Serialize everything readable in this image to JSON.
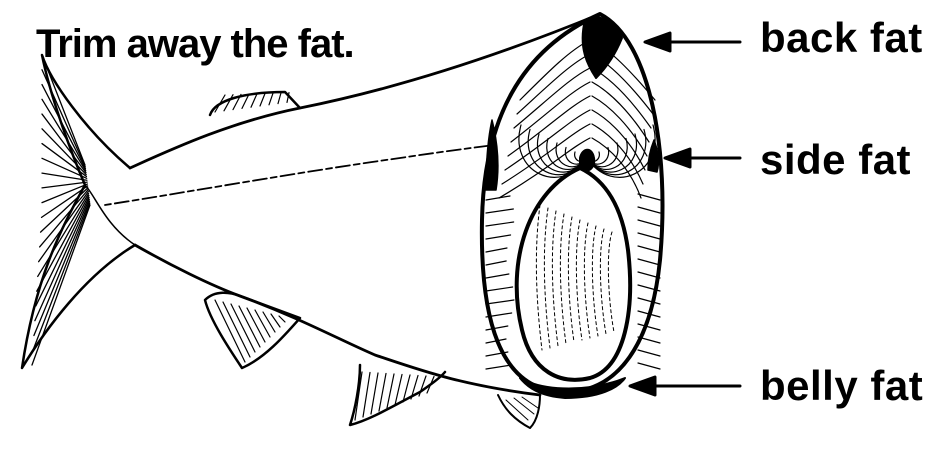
{
  "title": "Trim away the fat.",
  "labels": {
    "back_fat": "back fat",
    "side_fat": "side fat",
    "belly_fat": "belly fat"
  },
  "colors": {
    "ink": "#000000",
    "paper": "#ffffff"
  }
}
